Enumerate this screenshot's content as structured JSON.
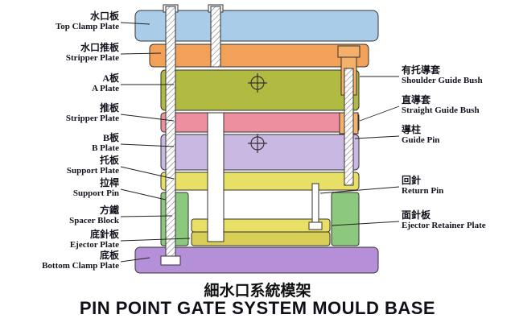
{
  "left_labels": [
    {
      "zh": "水口板",
      "en": "Top Clamp Plate"
    },
    {
      "zh": "水口推板",
      "en": "Stripper Plate"
    },
    {
      "zh": "A板",
      "en": "A Plate"
    },
    {
      "zh": "推板",
      "en": "Stripper Plate"
    },
    {
      "zh": "B板",
      "en": "B Plate"
    },
    {
      "zh": "托板",
      "en": "Support Plate"
    },
    {
      "zh": "拉桿",
      "en": "Support Pin"
    },
    {
      "zh": "方鐵",
      "en": "Spacer Block"
    },
    {
      "zh": "底針板",
      "en": "Ejector Plate"
    },
    {
      "zh": "底板",
      "en": "Bottom Clamp Plate"
    }
  ],
  "right_labels": [
    {
      "zh": "有托導套",
      "en": "Shoulder Guide Bush"
    },
    {
      "zh": "直導套",
      "en": "Straight Guide Bush"
    },
    {
      "zh": "導柱",
      "en": "Guide Pin"
    },
    {
      "zh": "回針",
      "en": "Return Pin"
    },
    {
      "zh": "面針板",
      "en": "Ejector Retainer Plate"
    }
  ],
  "title": {
    "zh": "細水口系統模架",
    "en": "PIN POINT GATE SYSTEM MOULD BASE"
  },
  "colors": {
    "top_clamp_plate": "#a9cde8",
    "stripper_plate_top": "#f3a159",
    "a_plate": "#b2bb41",
    "stripper_plate": "#ee8fa0",
    "b_plate": "#c9b9e2",
    "support_plate": "#e8e066",
    "spacer_block": "#8cc97e",
    "ejector_retainer_plate": "#e8e066",
    "ejector_plate": "#d9cf58",
    "bottom_clamp_plate": "#b590d8",
    "bush": "#f5b06a",
    "outline": "#333333"
  }
}
